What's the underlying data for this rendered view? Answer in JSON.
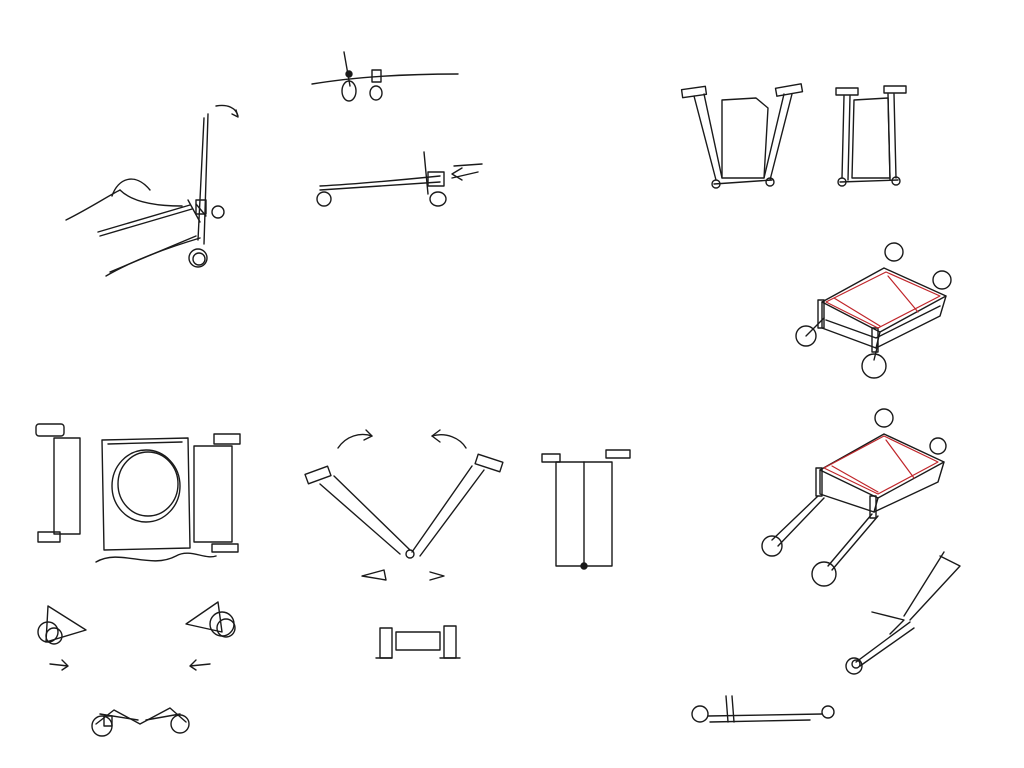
{
  "canvas": {
    "background": "#ffffff"
  },
  "palette": {
    "ink": "#1a1a1a",
    "accent": "#c0262b"
  },
  "sketches": [
    {
      "id": "leg-stroller-side",
      "kind": "side view: pole with small wheels and curved arrow"
    },
    {
      "id": "pole-wheels-pair",
      "kind": "horizontal bar with two small wheels"
    },
    {
      "id": "bar-cart-side",
      "kind": "side view bar cart with arrow"
    },
    {
      "id": "fold-panels-open",
      "kind": "two hinged panels spread open"
    },
    {
      "id": "fold-panels-closed",
      "kind": "two hinged panels folded"
    },
    {
      "id": "cart-iso-small",
      "kind": "isometric cart with red frame"
    },
    {
      "id": "panel-trio",
      "kind": "three panels with round element"
    },
    {
      "id": "v-panels",
      "kind": "V-shaped opening panels with arrows"
    },
    {
      "id": "single-panel",
      "kind": "single tall panel"
    },
    {
      "id": "cart-iso-long",
      "kind": "isometric cart with long handles, red frame"
    },
    {
      "id": "wheel-brackets",
      "kind": "wheels with triangular brackets and arrows"
    },
    {
      "id": "wheel-bottom-pair",
      "kind": "linked pair of wheels"
    },
    {
      "id": "small-tray",
      "kind": "small tray with bracket ends"
    },
    {
      "id": "wheel-arm-right",
      "kind": "angled arm with wheel"
    },
    {
      "id": "bottom-bar-wheels",
      "kind": "long bar with end wheels"
    }
  ]
}
